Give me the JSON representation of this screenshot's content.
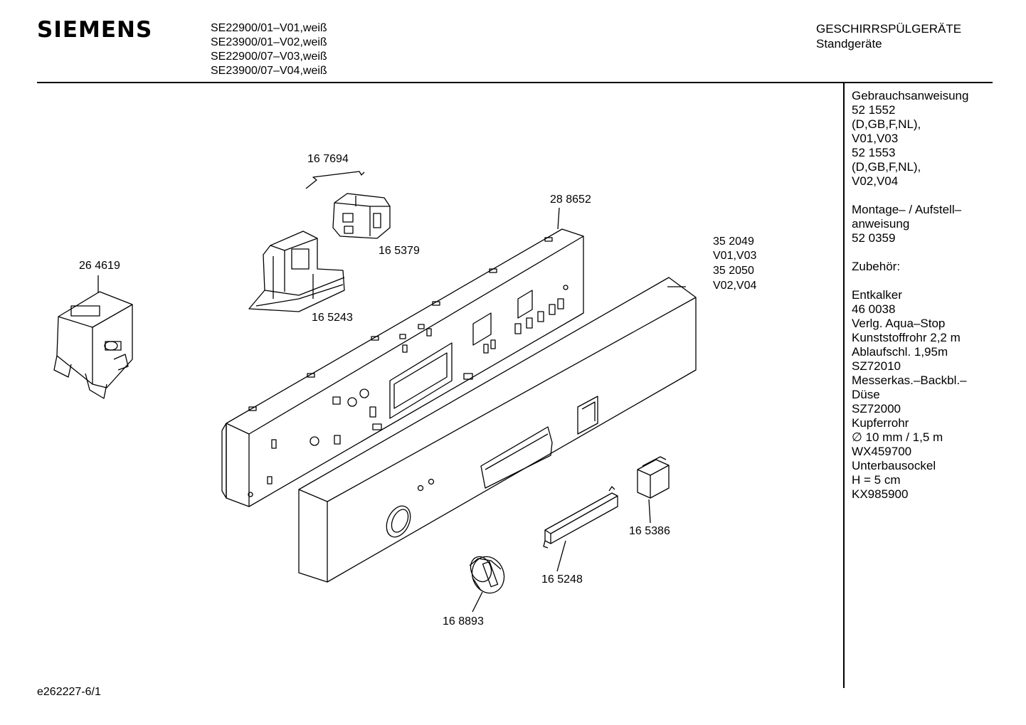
{
  "header": {
    "brand": "SIEMENS",
    "models": [
      "SE22900/01–V01,weiß",
      "SE23900/01–V02,weiß",
      "SE22900/07–V03,weiß",
      "SE23900/07–V04,weiß"
    ],
    "category": "GESCHIRRSPÜLGERÄTE",
    "subcategory": "Standgeräte"
  },
  "sidebar": {
    "lines": [
      "Gebrauchsanweisung",
      "52 1552",
      "(D,GB,F,NL),",
      "V01,V03",
      "52 1553",
      "(D,GB,F,NL),",
      "V02,V04",
      "",
      "Montage– / Aufstell–",
      "anweisung",
      "52 0359",
      "",
      "Zubehör:",
      "",
      "Entkalker",
      "46 0038",
      "Verlg. Aqua–Stop",
      "Kunststoffrohr 2,2 m",
      "Ablaufschl. 1,95m",
      "SZ72010",
      "Messerkas.–Backbl.–",
      "Düse",
      "SZ72000",
      "Kupferrohr",
      "∅ 10 mm / 1,5 m",
      "WX459700",
      "Unterbausockel",
      "H = 5 cm",
      "KX985900"
    ]
  },
  "parts": {
    "p167694": "16 7694",
    "p288652": "28 8652",
    "p165379": "16 5379",
    "p264619": "26 4619",
    "p165243": "16 5243",
    "p352049": "35 2049",
    "v0103": "V01,V03",
    "p352050": "35 2050",
    "v0204": "V02,V04",
    "p165386": "16 5386",
    "p165248": "16 5248",
    "p168893": "16 8893"
  },
  "footer": {
    "doc_id": "e262227-6/1"
  }
}
